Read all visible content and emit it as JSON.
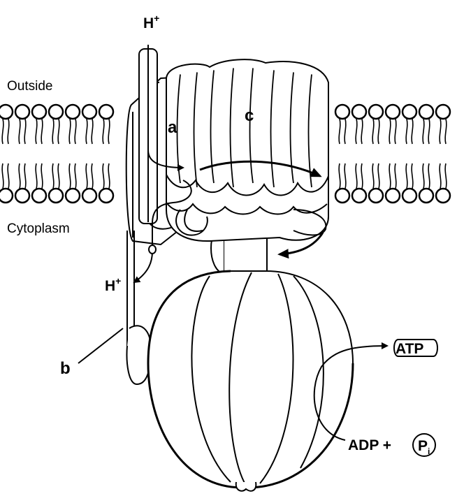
{
  "labels": {
    "outside": "Outside",
    "cytoplasm": "Cytoplasm",
    "proton_in": "H",
    "proton_in_sup": "+",
    "proton_out": "H",
    "proton_out_sup": "+",
    "subunit_a": "a",
    "subunit_b": "b",
    "subunit_c": "c",
    "atp": "ATP",
    "adp": "ADP +",
    "phosphate": "P",
    "phosphate_sub": "i"
  },
  "colors": {
    "ink": "#000000",
    "background": "#ffffff"
  }
}
